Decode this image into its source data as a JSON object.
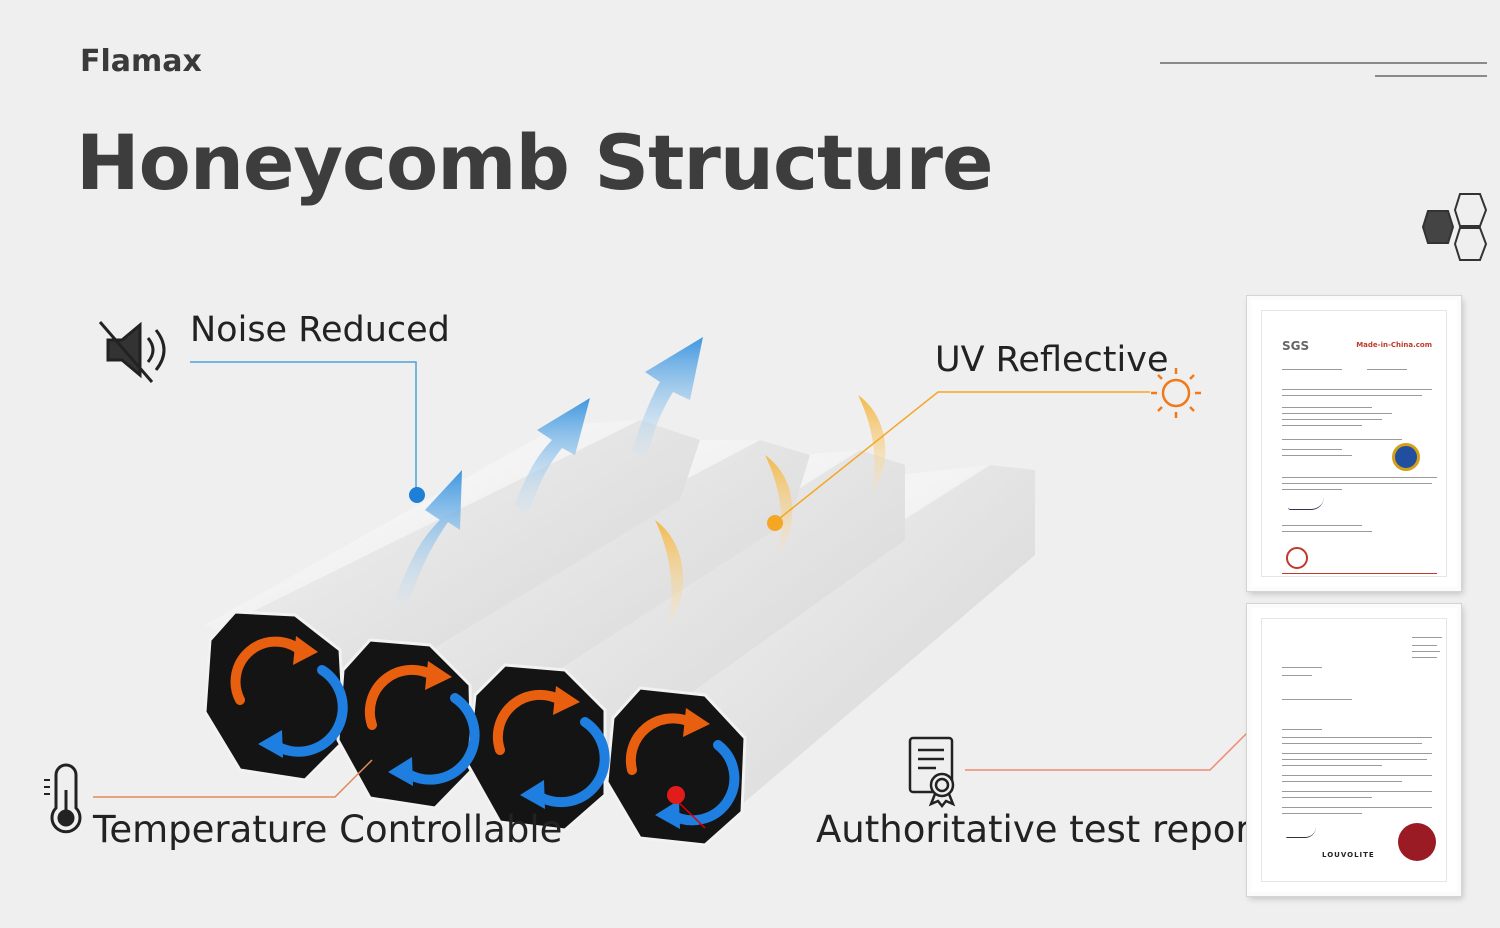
{
  "brand": "Flamax",
  "title": "Honeycomb Structure",
  "features": {
    "noise": "Noise Reduced",
    "uv": "UV Reflective",
    "temperature": "Temperature Controllable",
    "report": "Authoritative test report"
  },
  "certificates": {
    "sgs": {
      "logo": "SGS",
      "partner": "Made-in-China.com"
    },
    "louvolite": {
      "brand": "LOUVOLITE"
    }
  },
  "colors": {
    "background": "#efefef",
    "noise_accent": "#1e7fd6",
    "uv_accent": "#f5a623",
    "temp_line": "#e08a5e",
    "report_accent": "#f08a70",
    "warm_arrow": "#e8600f",
    "cool_arrow": "#1f7fe0"
  },
  "icons": [
    "mute-speaker-icon",
    "sun-icon",
    "thermometer-icon",
    "certificate-icon",
    "hexagon-icon"
  ]
}
